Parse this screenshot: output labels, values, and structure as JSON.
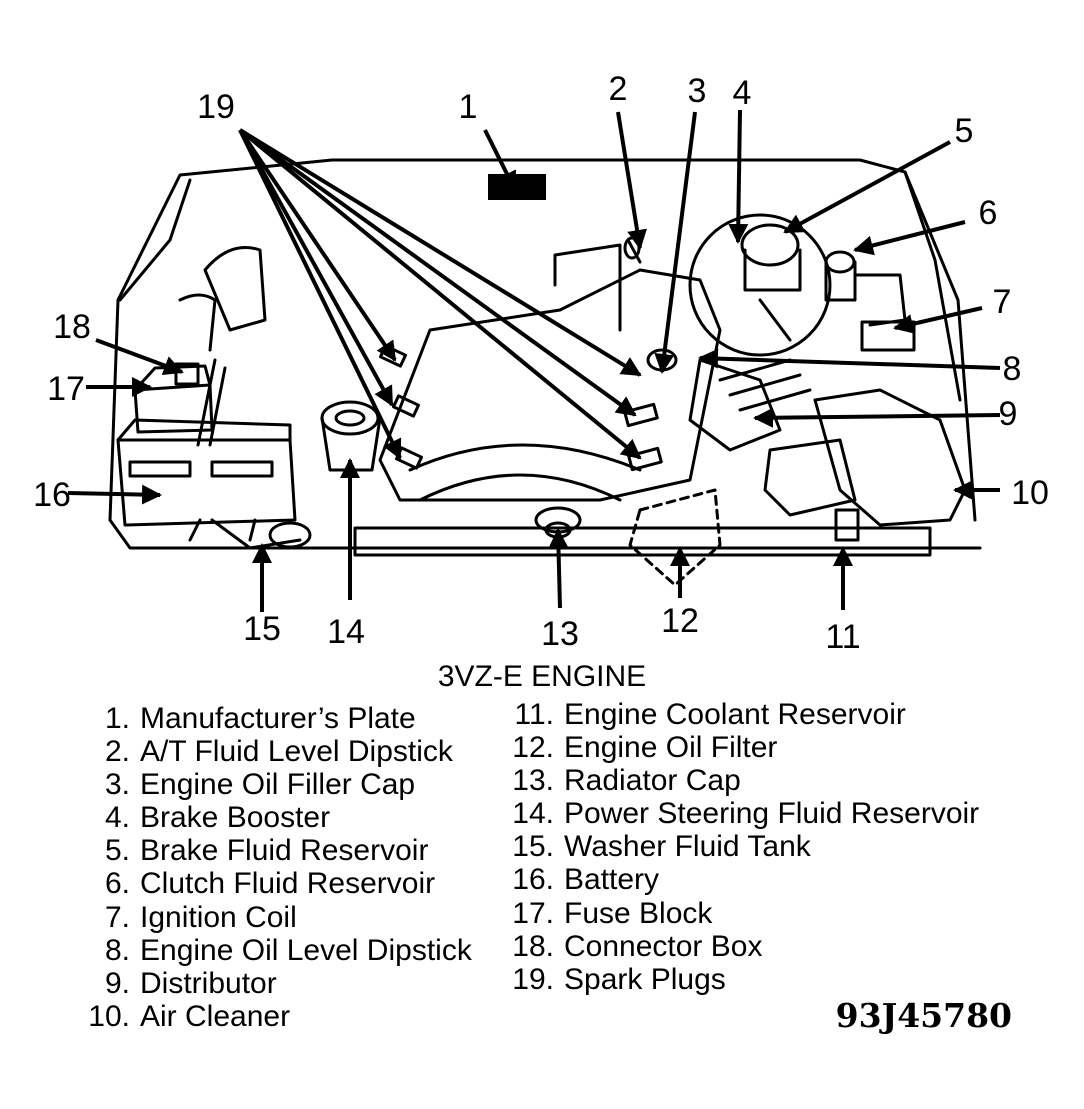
{
  "callouts": [
    "1",
    "2",
    "3",
    "4",
    "5",
    "6",
    "7",
    "8",
    "9",
    "10",
    "11",
    "12",
    "13",
    "14",
    "15",
    "16",
    "17",
    "18",
    "19"
  ],
  "caption": "3VZ-E ENGINE",
  "legend": [
    {
      "num": "1.",
      "label": "Manufacturer’s Plate"
    },
    {
      "num": "2.",
      "label": "A/T Fluid Level Dipstick"
    },
    {
      "num": "3.",
      "label": "Engine Oil Filler Cap"
    },
    {
      "num": "4.",
      "label": "Brake Booster"
    },
    {
      "num": "5.",
      "label": "Brake Fluid Reservoir"
    },
    {
      "num": "6.",
      "label": "Clutch Fluid Reservoir"
    },
    {
      "num": "7.",
      "label": "Ignition Coil"
    },
    {
      "num": "8.",
      "label": "Engine Oil Level Dipstick"
    },
    {
      "num": "9.",
      "label": "Distributor"
    },
    {
      "num": "10.",
      "label": "Air Cleaner"
    },
    {
      "num": "11.",
      "label": "Engine Coolant Reservoir"
    },
    {
      "num": "12.",
      "label": "Engine Oil Filter"
    },
    {
      "num": "13.",
      "label": "Radiator Cap"
    },
    {
      "num": "14.",
      "label": "Power Steering Fluid Reservoir"
    },
    {
      "num": "15.",
      "label": "Washer Fluid Tank"
    },
    {
      "num": "16.",
      "label": "Battery"
    },
    {
      "num": "17.",
      "label": "Fuse Block"
    },
    {
      "num": "18.",
      "label": "Connector Box"
    },
    {
      "num": "19.",
      "label": "Spark Plugs"
    }
  ],
  "figure_id": "93J45780"
}
